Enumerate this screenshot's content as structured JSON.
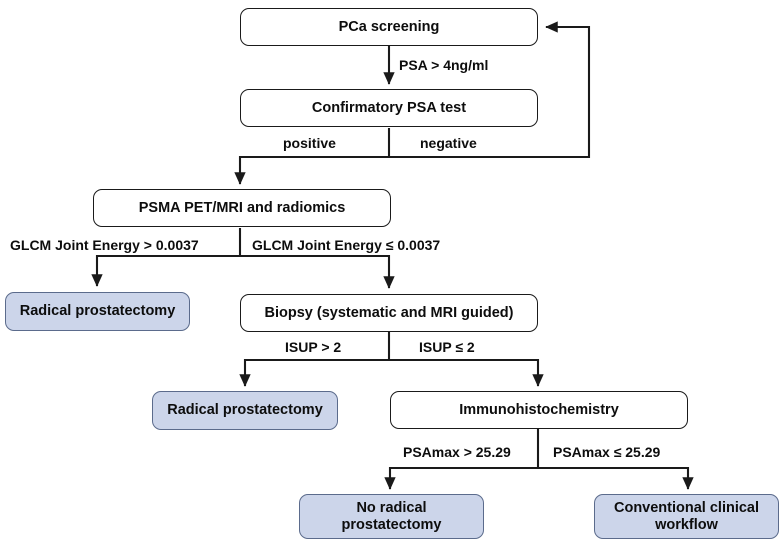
{
  "diagram": {
    "title": "PCa screening clinical decision flowchart",
    "colors": {
      "node_fill_plain": "#ffffff",
      "node_fill_highlight": "#ccd5ea",
      "node_border_plain": "#1a1a1a",
      "node_border_highlight": "#5b6b8c",
      "edge_stroke": "#1a1a1a",
      "text": "#0d0d0d",
      "background": "#ffffff"
    },
    "nodes": [
      {
        "id": "pca_screening",
        "label": "PCa screening",
        "style": "plain"
      },
      {
        "id": "confirmatory_psa_test",
        "label": "Confirmatory PSA test",
        "style": "plain"
      },
      {
        "id": "psma_pet_mri",
        "label": "PSMA PET/MRI and radiomics",
        "style": "plain"
      },
      {
        "id": "radical_prostatectomy_1",
        "label": "Radical prostatectomy",
        "style": "highlight"
      },
      {
        "id": "biopsy",
        "label": "Biopsy (systematic and MRI guided)",
        "style": "plain"
      },
      {
        "id": "radical_prostatectomy_2",
        "label": "Radical prostatectomy",
        "style": "highlight"
      },
      {
        "id": "immunohistochemistry",
        "label": "Immunohistochemistry",
        "style": "plain"
      },
      {
        "id": "no_radical_prostatectomy",
        "label_line1": "No radical",
        "label_line2": "prostatectomy",
        "style": "highlight"
      },
      {
        "id": "conventional_clinical_workflow",
        "label_line1": "Conventional clinical",
        "label_line2": "workflow",
        "style": "highlight"
      }
    ],
    "edge_labels": {
      "psa_threshold": "PSA > 4ng/ml",
      "positive": "positive",
      "negative": "negative",
      "glcm_high": "GLCM Joint Energy > 0.0037",
      "glcm_low": "GLCM Joint Energy ≤ 0.0037",
      "isup_high": "ISUP > 2",
      "isup_low": "ISUP ≤ 2",
      "psamax_high": "PSAmax > 25.29",
      "psamax_low": "PSAmax ≤ 25.29"
    }
  }
}
